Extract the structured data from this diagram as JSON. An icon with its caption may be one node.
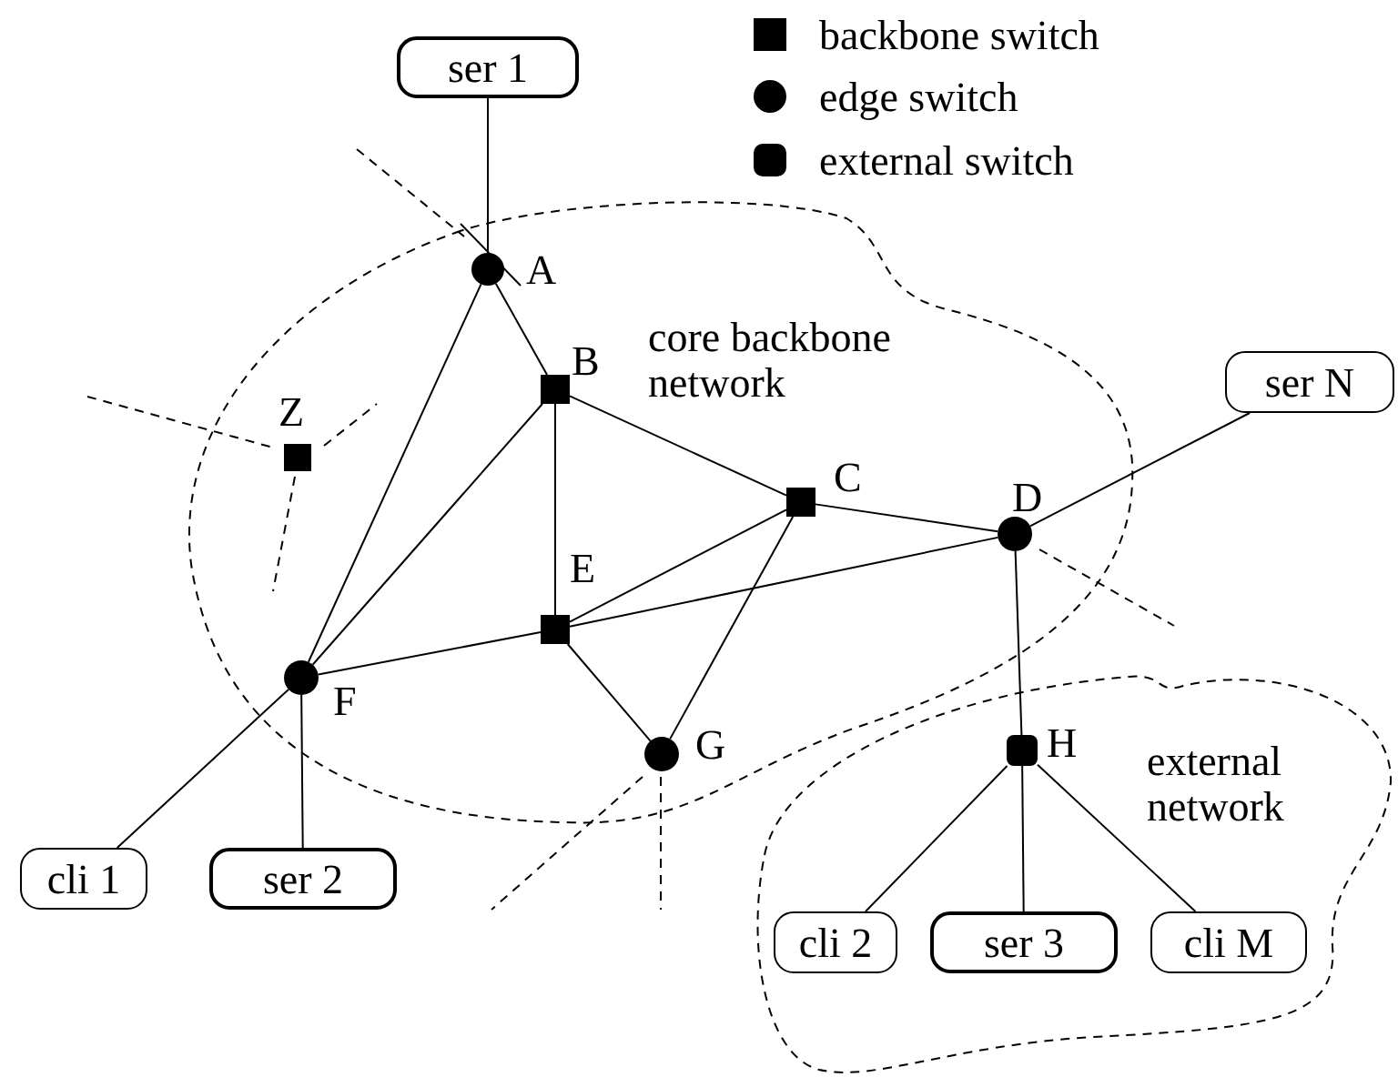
{
  "diagram": {
    "nodes": [
      {
        "text": [
          "core backbone network"
        ]
      },
      {
        "text": [
          "external network"
        ]
      },
      {
        "text": [
          "ser 1"
        ]
      },
      {
        "text": [],
        "shape": "circle",
        "beside": [
          "A"
        ],
        "in": 0
      },
      {
        "text": [],
        "shape": "square",
        "beside": [
          "B"
        ],
        "in": 0
      },
      {
        "text": [],
        "shape": "square",
        "beside": [
          "Z"
        ],
        "in": 0
      },
      {
        "text": [
          "ser N"
        ]
      },
      {
        "text": [],
        "shape": "square",
        "beside": [
          "C"
        ],
        "in": 0
      },
      {
        "text": [],
        "shape": "circle",
        "beside": [
          "D"
        ],
        "in": 0
      },
      {
        "text": [],
        "shape": "square",
        "beside": [
          "E"
        ],
        "in": 0
      },
      {
        "text": [],
        "shape": "circle",
        "beside": [
          "F"
        ],
        "in": 0
      },
      {
        "text": [],
        "shape": "circle",
        "beside": [
          "G"
        ],
        "in": 0
      },
      {
        "text": [],
        "shape": "rounded-square",
        "beside": [
          "H"
        ],
        "in": 1
      },
      {
        "text": [
          "cli 1"
        ]
      },
      {
        "text": [
          "ser 2"
        ]
      },
      {
        "text": [
          "cli 2"
        ],
        "in": 1
      },
      {
        "text": [
          "ser 3"
        ],
        "in": 1
      },
      {
        "text": [
          "cli M"
        ],
        "in": 1
      }
    ],
    "edges": [
      {
        "from": 2,
        "to": 3,
        "arrow": "none"
      },
      {
        "from": 3,
        "to": 4,
        "arrow": "none"
      },
      {
        "from": 3,
        "to": 10,
        "arrow": "none"
      },
      {
        "from": 4,
        "to": 7,
        "arrow": "none"
      },
      {
        "from": 4,
        "to": 9,
        "arrow": "none"
      },
      {
        "from": 4,
        "to": 10,
        "arrow": "none"
      },
      {
        "from": 7,
        "to": 8,
        "arrow": "none"
      },
      {
        "from": 7,
        "to": 9,
        "arrow": "none"
      },
      {
        "from": 7,
        "to": 11,
        "arrow": "none"
      },
      {
        "from": 8,
        "to": 6,
        "arrow": "none"
      },
      {
        "from": 9,
        "to": 8,
        "arrow": "none"
      },
      {
        "from": 10,
        "to": 9,
        "arrow": "none"
      },
      {
        "from": 9,
        "to": 11,
        "arrow": "none"
      },
      {
        "from": 8,
        "to": 12,
        "arrow": "none"
      },
      {
        "from": 10,
        "to": 13,
        "arrow": "none"
      },
      {
        "from": 10,
        "to": 14,
        "arrow": "none"
      },
      {
        "from": 12,
        "to": 15,
        "arrow": "none"
      },
      {
        "from": 12,
        "to": 16,
        "arrow": "none"
      },
      {
        "from": 12,
        "to": 17,
        "arrow": "none"
      }
    ],
    "legend": [
      {
        "text": "backbone switch"
      },
      {
        "text": "edge switch"
      },
      {
        "text": "external switch"
      }
    ]
  }
}
